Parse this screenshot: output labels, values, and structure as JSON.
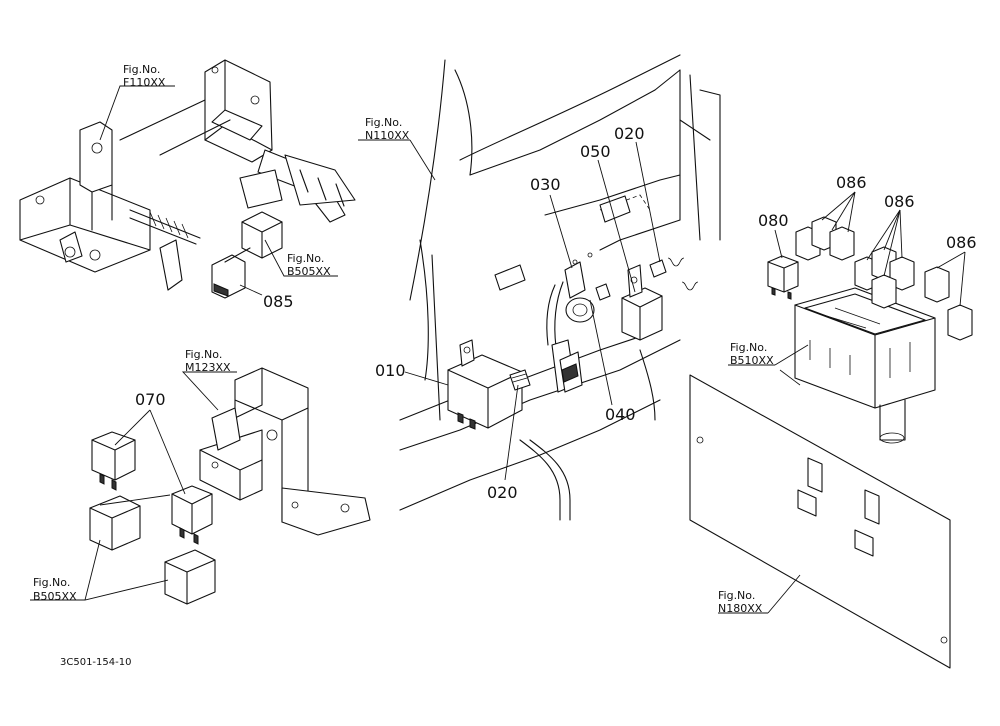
{
  "drawing_ref": "3C501-154-10",
  "part_numbers": {
    "p010": "010",
    "p020_upper": "020",
    "p020_lower": "020",
    "p030": "030",
    "p040": "040",
    "p050": "050",
    "p070": "070",
    "p080": "080",
    "p085": "085",
    "p086_a": "086",
    "p086_b": "086",
    "p086_c": "086"
  },
  "figure_refs": {
    "f110": {
      "label": "Fig.No.",
      "code": "F110XX"
    },
    "b505_upper": {
      "label": "Fig.No.",
      "code": "B505XX"
    },
    "m123": {
      "label": "Fig.No.",
      "code": "M123XX"
    },
    "b505_lower": {
      "label": "Fig.No.",
      "code": "B505XX"
    },
    "n110": {
      "label": "Fig.No.",
      "code": "N110XX"
    },
    "b510": {
      "label": "Fig.No.",
      "code": "B510XX"
    },
    "n180": {
      "label": "Fig.No.",
      "code": "N180XX"
    }
  }
}
